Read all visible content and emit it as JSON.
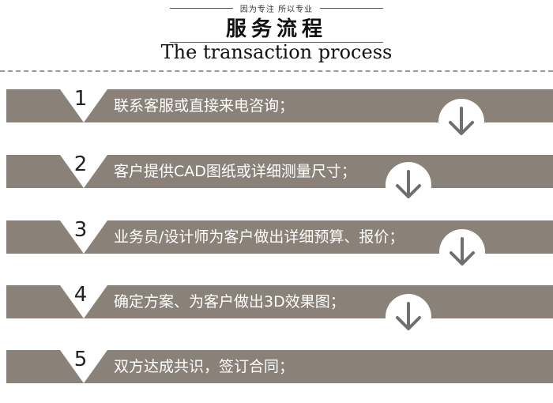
{
  "header": {
    "tagline": "因为专注 所以专业",
    "title_cn": "服务流程",
    "title_en": "The transaction process"
  },
  "steps": [
    {
      "number": "1",
      "text": "联系客服或直接来电咨询；"
    },
    {
      "number": "2",
      "text": "客户提供CAD图纸或详细测量尺寸；"
    },
    {
      "number": "3",
      "text": "业务员/设计师为客户做出详细预算、报价；"
    },
    {
      "number": "4",
      "text": "确定方案、为客户做出3D效果图；"
    },
    {
      "number": "5",
      "text": "双方达成共识，签订合同；"
    }
  ],
  "arrow_icon": "arrow-down-icon",
  "colors": {
    "band": "#8a8178",
    "text_on_band": "#ffffff",
    "arrow": "#6f6f6f"
  }
}
